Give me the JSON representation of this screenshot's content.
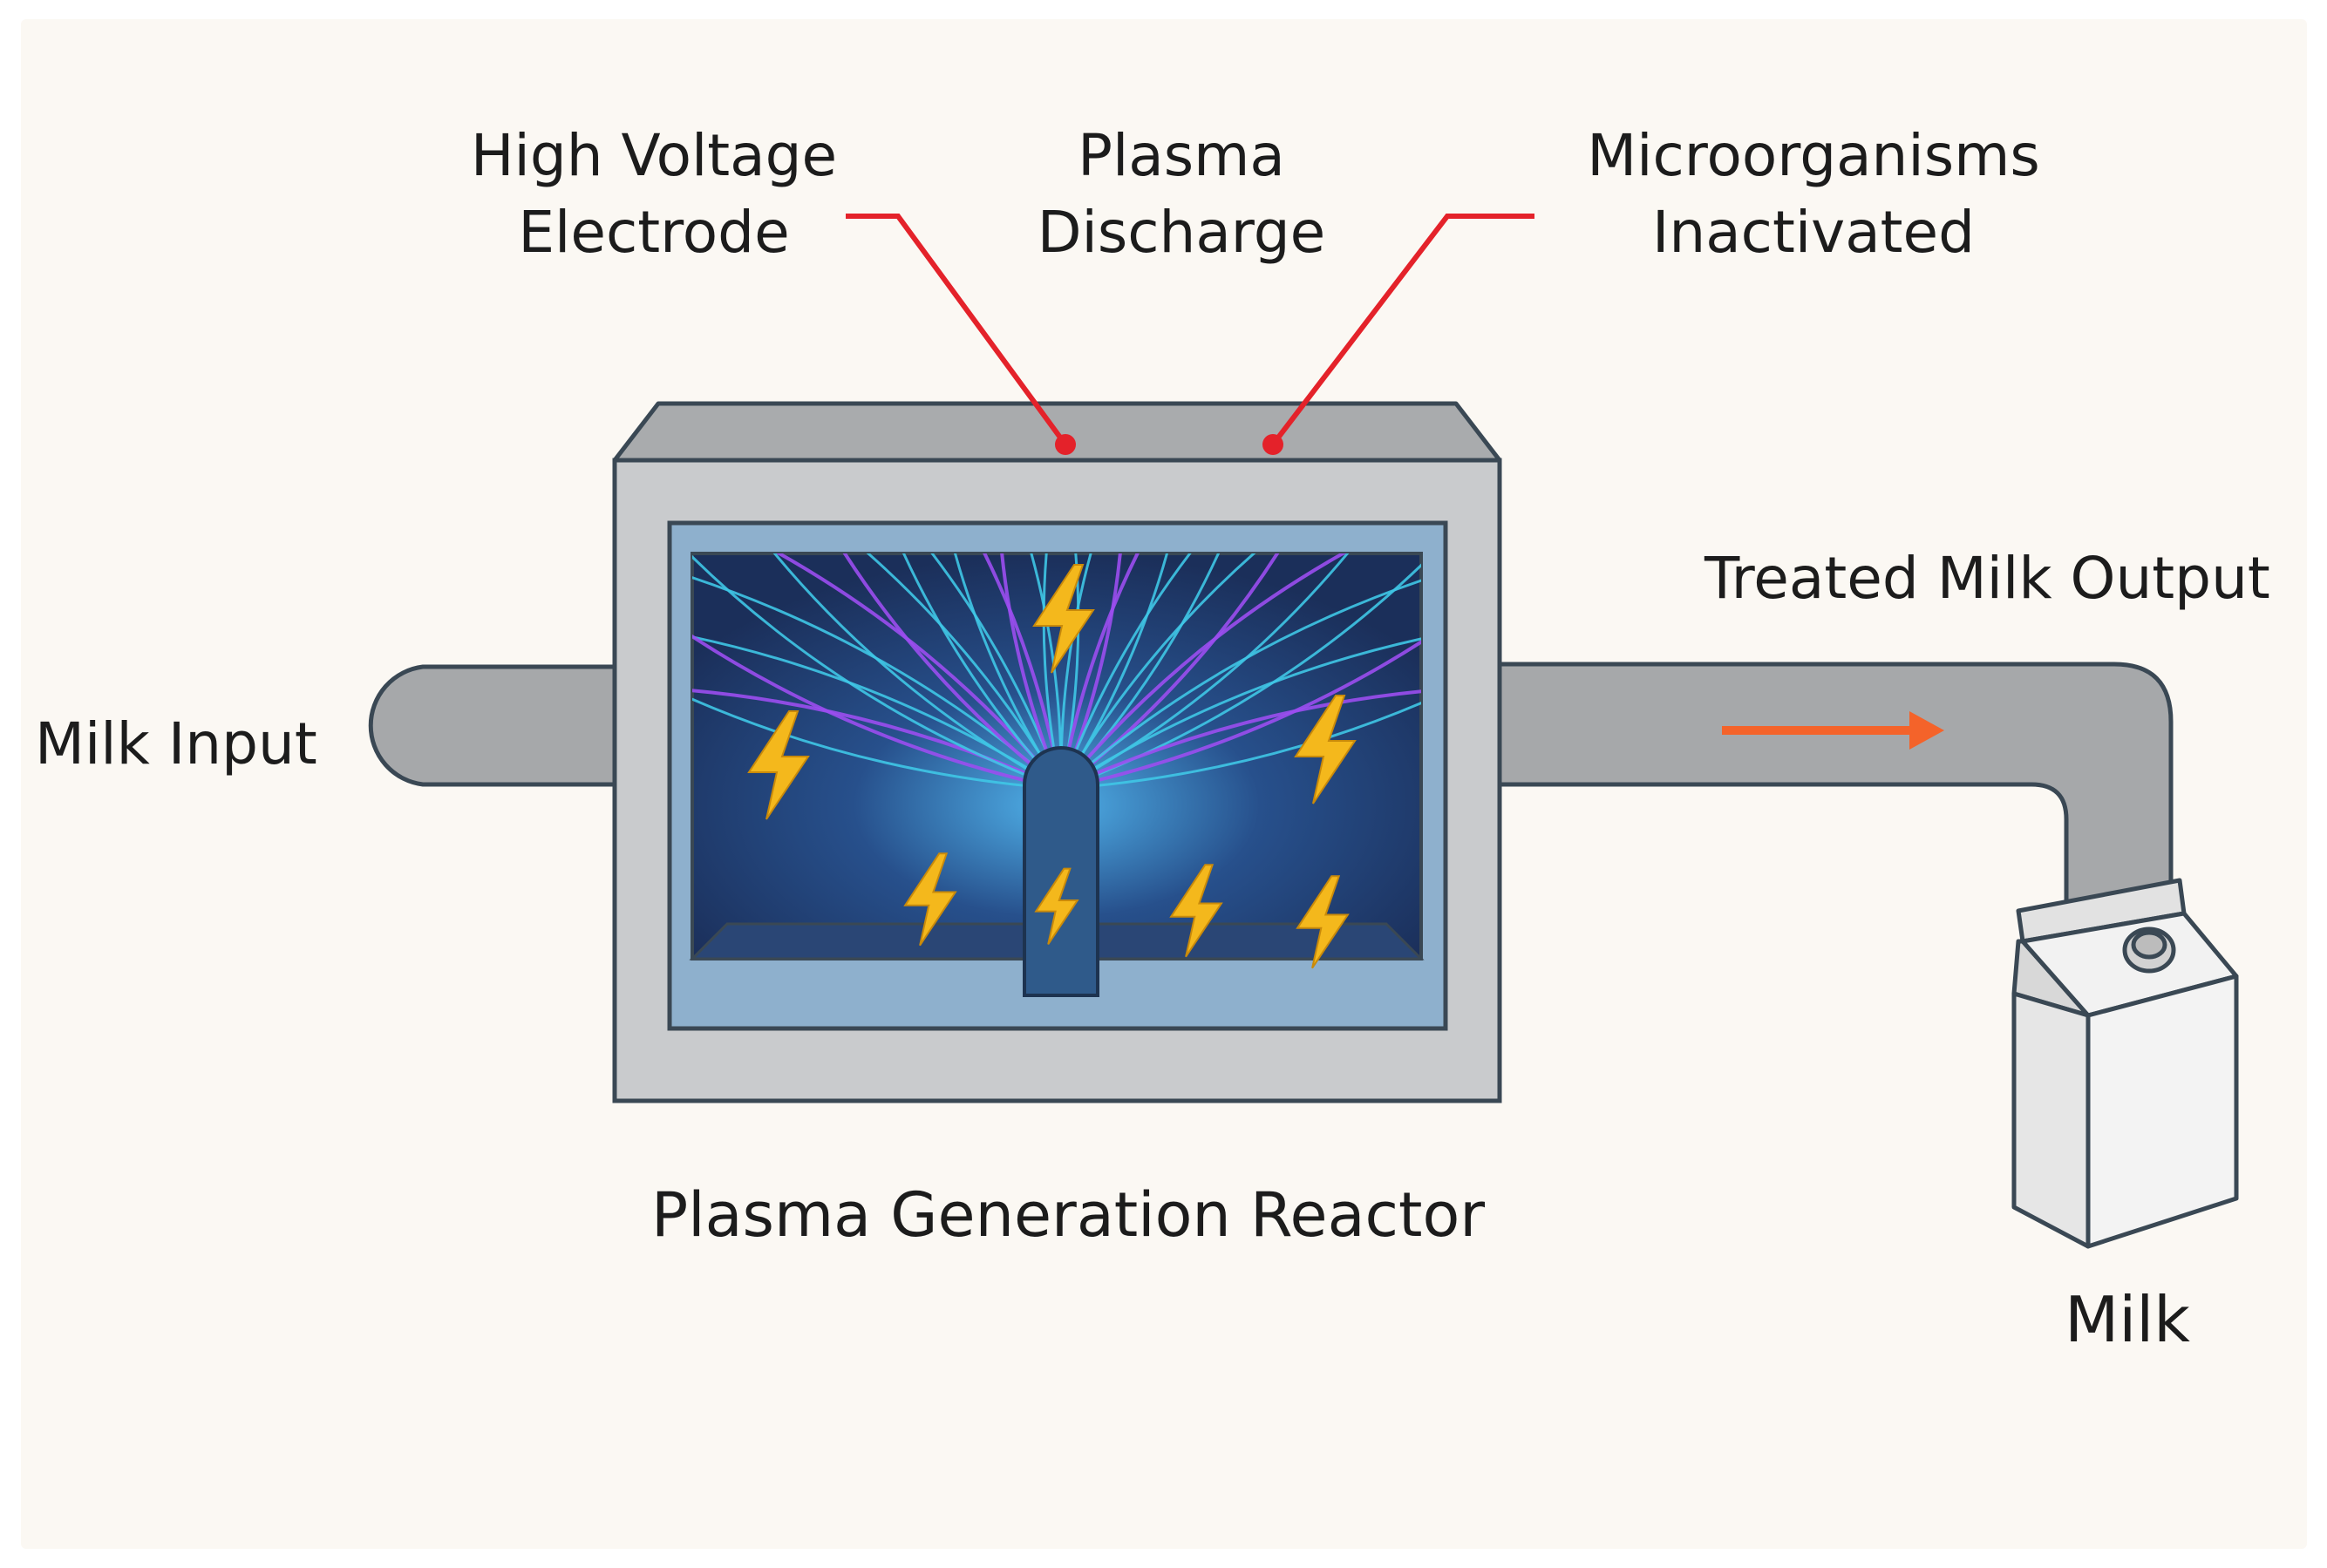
{
  "labels": {
    "high_voltage_electrode": [
      "High Voltage",
      "Electrode"
    ],
    "plasma_discharge": [
      "Plasma",
      "Discharge"
    ],
    "microorganisms_inactivated": [
      "Microorganisms",
      "Inactivated"
    ],
    "treated_milk_output": "Treated Milk Output",
    "milk_input": "Milk Input",
    "plasma_generation_reactor": "Plasma Generation Reactor",
    "milk": "Milk"
  },
  "colors": {
    "background": "#fbf8f3",
    "pipe": "#a6a8aa",
    "outline": "#3a4854",
    "reactor_casing": "#c9cbcd",
    "reactor_top": "#a9abad",
    "window_frame": "#8eb0cd",
    "chamber": "#1f3b6b",
    "discharge_cyan": "#3fc6e6",
    "discharge_purple": "#9b4ef0",
    "lightning": "#f4b81c",
    "leader_lines": "#e4222a",
    "flow_arrow": "#f4632a",
    "carton": "#ececec"
  },
  "icons": {
    "discharges": "lightning-bolt-icon",
    "container": "milk-carton-icon",
    "flow": "arrow-right-icon"
  }
}
